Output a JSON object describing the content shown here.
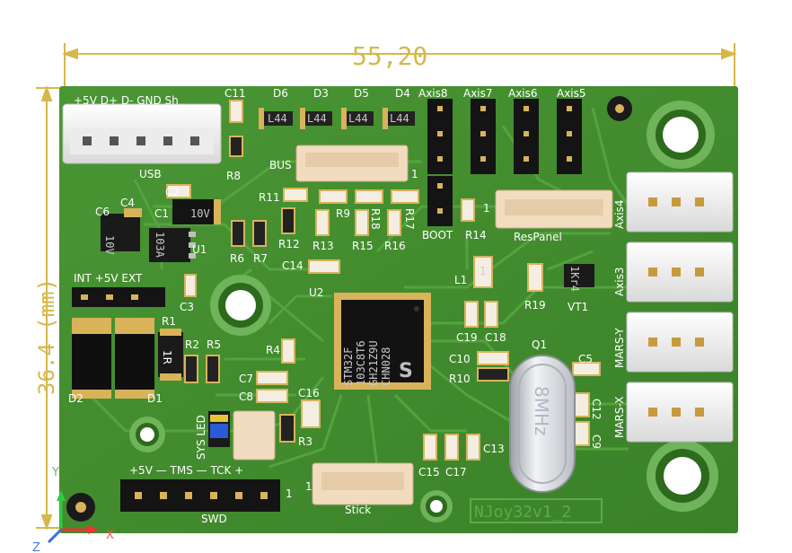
{
  "dimensions": {
    "width_label": "55,20",
    "height_label": "36.4 (mm)"
  },
  "board": {
    "name": "NJoy32v1_2",
    "colors": {
      "pcb": "#3f8a2c",
      "pcb_light": "#4f9c38",
      "trace": "#57a640",
      "silk": "#ffffff",
      "dimension": "#d6b84a",
      "pad": "#d9b35a"
    }
  },
  "usb": {
    "pins_label": "+5V D+ D- GND Sh",
    "ref": "USB"
  },
  "diodes_top": [
    "D6",
    "D3",
    "D5",
    "D4"
  ],
  "diode_marking": "L44",
  "axis_headers": [
    "Axis8",
    "Axis7",
    "Axis6",
    "Axis5"
  ],
  "connectors": {
    "bus": "BUS",
    "bus_pin1": "1",
    "respanel": "ResPanel",
    "respanel_pin1": "1",
    "boot": "BOOT",
    "stick": "Stick",
    "stick_pin1": "1",
    "swd": "SWD",
    "swd_pin1": "1",
    "swd_labels": "+5V — TMS — TCK +"
  },
  "right_connectors": [
    "Axis4",
    "Axis3",
    "MARS-Y",
    "MARS-X"
  ],
  "power_select": "INT +5V EXT",
  "chip": {
    "ref": "U2",
    "lines": [
      "STM32F",
      "103C8T6",
      "GH21Z9U",
      "CHN028"
    ]
  },
  "crystal": {
    "ref": "Q1",
    "marking": "8MHz"
  },
  "sys_led": "SYS LED",
  "markings": {
    "c1_value": "10V",
    "c6_value": "10V",
    "u1_value": "103A",
    "r1_value": "1R",
    "l1_value": "1",
    "vt1_value": "1Kr4"
  },
  "refs": {
    "C11": "C11",
    "R8": "R8",
    "C2": "C2",
    "C1": "C1",
    "C4": "C4",
    "C6": "C6",
    "U1": "U1",
    "R11": "R11",
    "R9": "R9",
    "R18": "R18",
    "R17": "R17",
    "R12": "R12",
    "R13": "R13",
    "R15": "R15",
    "R16": "R16",
    "R14": "R14",
    "R6": "R6",
    "R7": "R7",
    "C14": "C14",
    "C3": "C3",
    "R1": "R1",
    "R2": "R2",
    "R5": "R5",
    "D1": "D1",
    "D2": "D2",
    "R4": "R4",
    "C7": "C7",
    "C8": "C8",
    "C16": "C16",
    "R3": "R3",
    "L1": "L1",
    "R19": "R19",
    "VT1": "VT1",
    "C19": "C19",
    "C18": "C18",
    "C10": "C10",
    "R10": "R10",
    "C5": "C5",
    "C12": "C12",
    "C9": "C9",
    "C15": "C15",
    "C17": "C17",
    "C13": "C13"
  },
  "axes_gizmo": {
    "x": "X",
    "y": "Y",
    "z": "Z"
  }
}
